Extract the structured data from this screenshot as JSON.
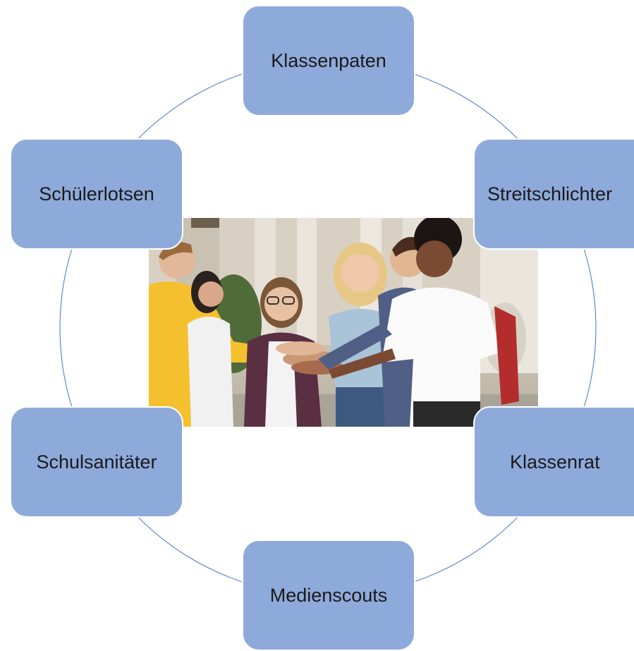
{
  "diagram": {
    "nodes": [
      {
        "id": "top",
        "label": "Klassenpaten"
      },
      {
        "id": "upper_right",
        "label": "Streitschlichter"
      },
      {
        "id": "lower_right",
        "label": "Klassenrat"
      },
      {
        "id": "bottom",
        "label": "Medienscouts"
      },
      {
        "id": "lower_left",
        "label": "Schulsanitäter"
      },
      {
        "id": "upper_left",
        "label": "Schülerlotsen"
      }
    ],
    "colors": {
      "node_fill": "#8eaadb",
      "node_text": "#1a1a1a",
      "ring_line": "#4472c4"
    },
    "center_image": "group-of-students-stacking-hands-photo"
  }
}
